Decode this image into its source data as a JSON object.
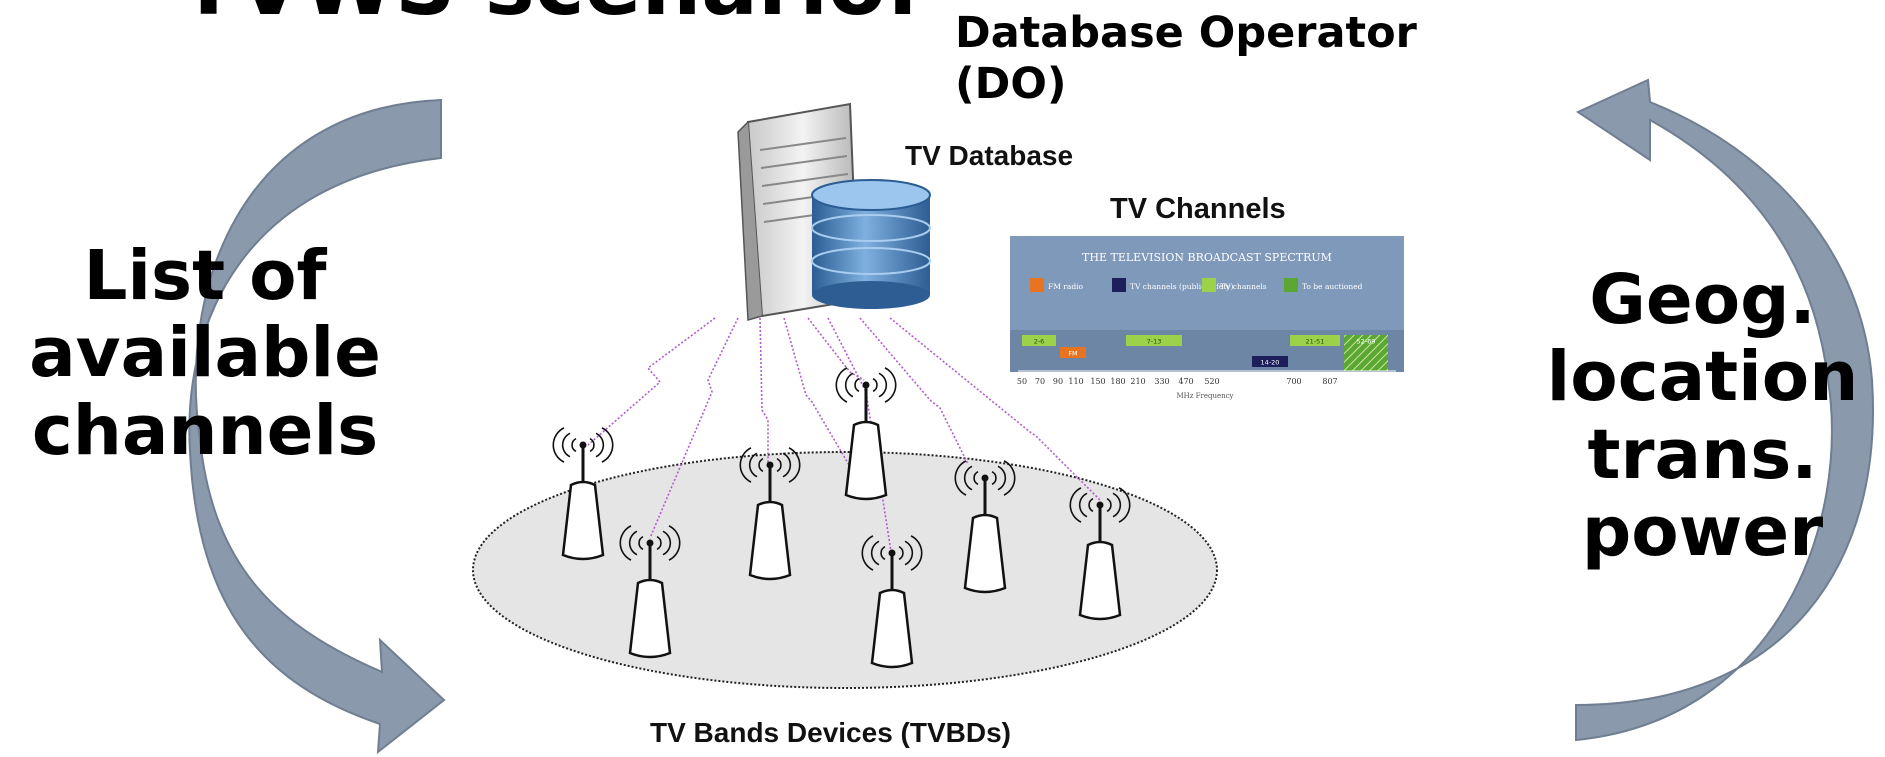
{
  "slide": {
    "title": "TVWS scenario:",
    "operator_label_line1": "Database Operator",
    "operator_label_line2": "(DO)",
    "left_label": [
      "List of",
      "available",
      "channels"
    ],
    "right_label": [
      "Geog.",
      "location",
      "trans.",
      "power"
    ]
  },
  "figure": {
    "database_label": "TV Database",
    "channels_label": "TV Channels",
    "devices_label": "TV Bands Devices (TVBDs)",
    "spectrum_chart": {
      "title": "THE TELEVISION BROADCAST SPECTRUM",
      "legend": [
        {
          "label": "FM radio",
          "color": "#e87422"
        },
        {
          "label": "TV channels (public safety)",
          "color": "#1c1f5a"
        },
        {
          "label": "TV channels",
          "color": "#9bd24a"
        },
        {
          "label": "To be auctioned",
          "color": "#5aa832"
        }
      ],
      "bands": [
        {
          "label": "2-6",
          "color": "#9bd24a"
        },
        {
          "label": "FM",
          "color": "#e87422"
        },
        {
          "label": "7-13",
          "color": "#9bd24a"
        },
        {
          "label": "14-20",
          "color": "#1c1f5a"
        },
        {
          "label": "21-51",
          "color": "#9bd24a"
        },
        {
          "label": "52-69",
          "color": "#5aa832"
        }
      ],
      "ticks": [
        "50",
        "70",
        "90",
        "110",
        "150",
        "180",
        "210",
        "330",
        "470",
        "520",
        "700",
        "807"
      ],
      "xlabel": "MHz Frequency"
    }
  },
  "colors": {
    "arrow": "#8a99ab",
    "arrow_stroke": "#6f7e91",
    "ellipse_fill": "#e5e5e5",
    "link": "#b35ad1",
    "chart_bg": "#7f99ba"
  }
}
